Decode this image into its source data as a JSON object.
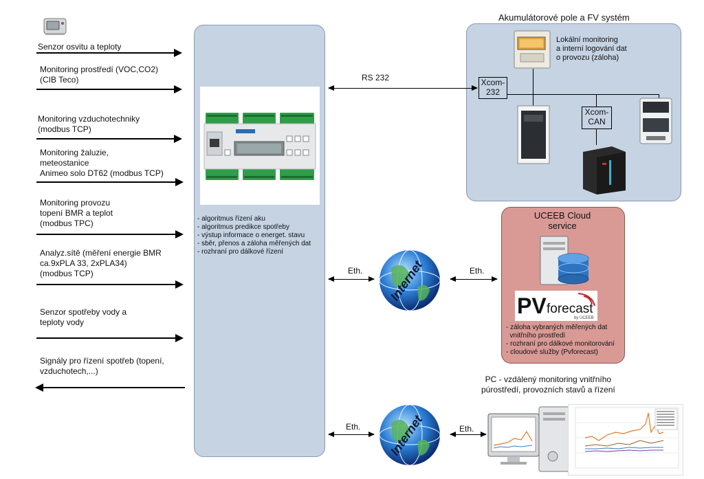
{
  "left_signals": [
    {
      "lines": [
        "Senzor osvitu a teploty"
      ],
      "direction": "right"
    },
    {
      "lines": [
        "Monitoring prostředí (VOC,CO2)",
        "(CIB Teco)"
      ],
      "direction": "right"
    },
    {
      "lines": [
        "Monitoring vzduchotechniky",
        "(modbus TCP)"
      ],
      "direction": "right"
    },
    {
      "lines": [
        "Monitoring žaluzie,",
        "meteostanice",
        "Animeo solo DT62 (modbus TCP)"
      ],
      "direction": "right"
    },
    {
      "lines": [
        "Monitoring provozu",
        "topení BMR a teplot",
        "(modbus TPC)"
      ],
      "direction": "right"
    },
    {
      "lines": [
        "Analyz.sítě (měření energie BMR",
        "ca.9xPLA 33, 2xPLA34)",
        "(modbus TCP)"
      ],
      "direction": "right"
    },
    {
      "lines": [
        "Senzor spotřeby vody a",
        "teploty vody"
      ],
      "direction": "right"
    },
    {
      "lines": [
        "Signály pro řízení spotřeb (topení,",
        "vzduchotech,...)"
      ],
      "direction": "left"
    }
  ],
  "controller": {
    "functions": [
      "- algoritmus řízení aku",
      "- algoritmus predikce spotřeby",
      "- výstup informace o energet. stavu",
      "- sběr, přenos a záloha měřených dat",
      "- rozhraní pro dálkové řízení"
    ]
  },
  "battery_system": {
    "title": "Akumulátorové pole a FV systém",
    "monitor_note": [
      "Lokální monitoring",
      "a interní logování dat",
      "o provozu (záloha)"
    ],
    "xcom232": [
      "Xcom-",
      "232"
    ],
    "xcomcan": [
      "Xcom-",
      "CAN"
    ]
  },
  "links": {
    "rs232": "RS 232",
    "eth": "Eth.",
    "internet": "Internet"
  },
  "cloud": {
    "title": [
      "UCEEB Cloud",
      "service"
    ],
    "logo_pv": "PV",
    "logo_forecast": "forecast",
    "logo_by": "by UCEEB",
    "functions": [
      "- záloha vybraných měřených dat",
      "  vnitřního prostředí",
      "- rozhraní pro dálkové monitorování",
      "- cloudové služby (Pvforecast)"
    ]
  },
  "pc": {
    "caption": [
      "PC - vzdálený monitoring vnitřního",
      "púrostředí, provozních stavů a řízení"
    ]
  },
  "colors": {
    "panel_blue": "#c5d3e3",
    "panel_red": "#d99a96",
    "plc_green": "#2e9e4a"
  }
}
